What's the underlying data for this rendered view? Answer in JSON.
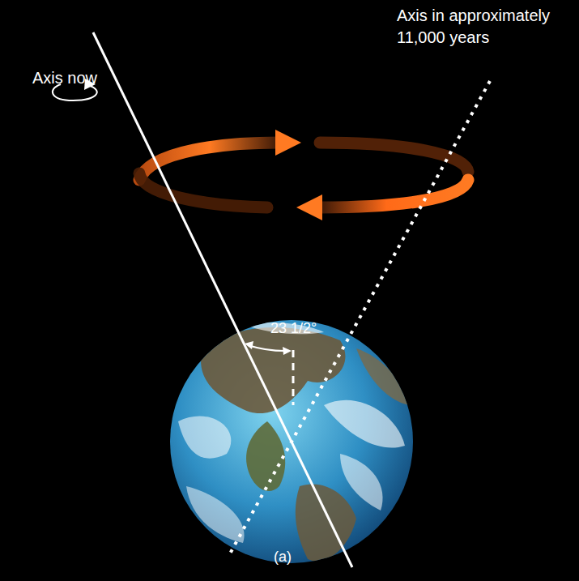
{
  "diagram": {
    "labels": [
      "Axis now",
      "Axis in approximately 11,000 years",
      "23 1/2°",
      "(a)"
    ]
  }
}
